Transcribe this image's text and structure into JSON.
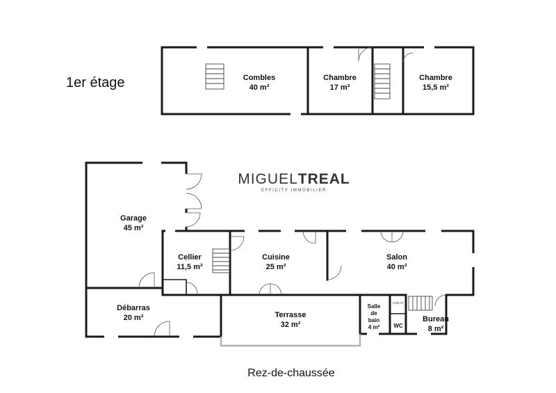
{
  "floors": {
    "upper": {
      "label": "1er étage",
      "rooms": [
        {
          "name": "Combles",
          "area": "40 m²"
        },
        {
          "name": "Chambre",
          "area": "17 m²"
        },
        {
          "name": "Chambre",
          "area": "15,5 m²"
        }
      ]
    },
    "ground": {
      "label": "Rez-de-chaussée",
      "rooms": [
        {
          "name": "Garage",
          "area": "45 m²"
        },
        {
          "name": "Cellier",
          "area": "11,5 m²"
        },
        {
          "name": "Cuisine",
          "area": "25 m²"
        },
        {
          "name": "Salon",
          "area": "40 m²"
        },
        {
          "name": "Débarras",
          "area": "20 m²"
        },
        {
          "name": "Terrasse",
          "area": "32 m²"
        },
        {
          "name_lines": [
            "Salle",
            "de",
            "bain"
          ],
          "area": "4 m²"
        },
        {
          "name": "WC"
        },
        {
          "name": "Bureau",
          "area": "8 m²"
        },
        {
          "area_small": "0,80 m²"
        }
      ]
    }
  },
  "brand": {
    "name_light": "MIGUEL",
    "name_bold": "TREAL",
    "tagline": "EFFICITY IMMOBILIER"
  }
}
